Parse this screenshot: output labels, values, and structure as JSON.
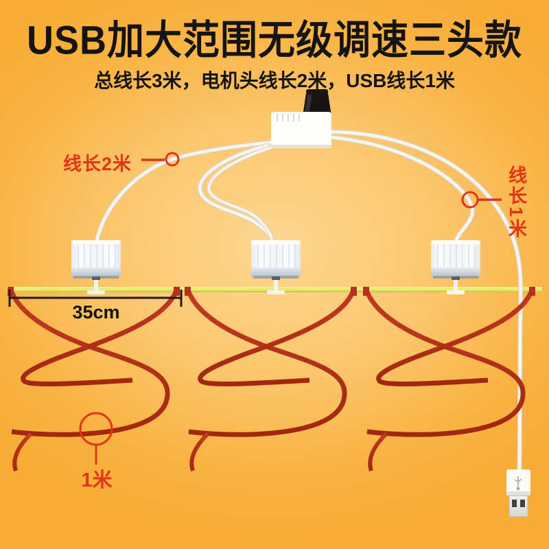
{
  "title": "USB加大范围无级调速三头款",
  "subtitle": "总线长3米，电机头线长2米，USB线长1米",
  "annotations": {
    "cable_2m_label": "线长2米",
    "cable_1m_right_label": "线长1米",
    "ribbon_1m_label": "1米",
    "bar_width_label": "35cm"
  },
  "colors": {
    "background_center": "#fdd792",
    "background_edge": "#f7ac35",
    "accent_red": "#e23417",
    "ribbon_red": "#b5301f",
    "bar_yellow": "#eeea74",
    "cable_white": "#f8f5ee",
    "title_black": "#161412"
  }
}
